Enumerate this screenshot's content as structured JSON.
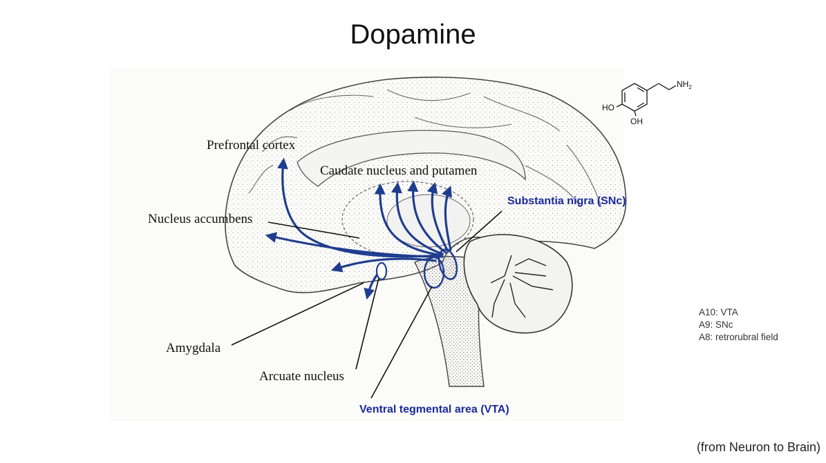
{
  "title": "Dopamine",
  "molecule": {
    "amine": "NH",
    "amine_sub": "2",
    "hydroxyl_1": "HO",
    "hydroxyl_2": "OH"
  },
  "labels": {
    "prefrontal_cortex": "Prefrontal cortex",
    "caudate_putamen": "Caudate nucleus and putamen",
    "nucleus_accumbens": "Nucleus accumbens",
    "substantia_nigra": "Substantia nigra (SNc)",
    "amygdala": "Amygdala",
    "arcuate_nucleus": "Arcuate nucleus",
    "vta": "Ventral tegmental area (VTA)"
  },
  "legend": [
    "A10: VTA",
    "A9: SNc",
    "A8: retrorubral field"
  ],
  "credit": "(from Neuron to Brain)",
  "colors": {
    "pathway": "#1f3d8f",
    "blue_label": "#1a2a9c"
  }
}
